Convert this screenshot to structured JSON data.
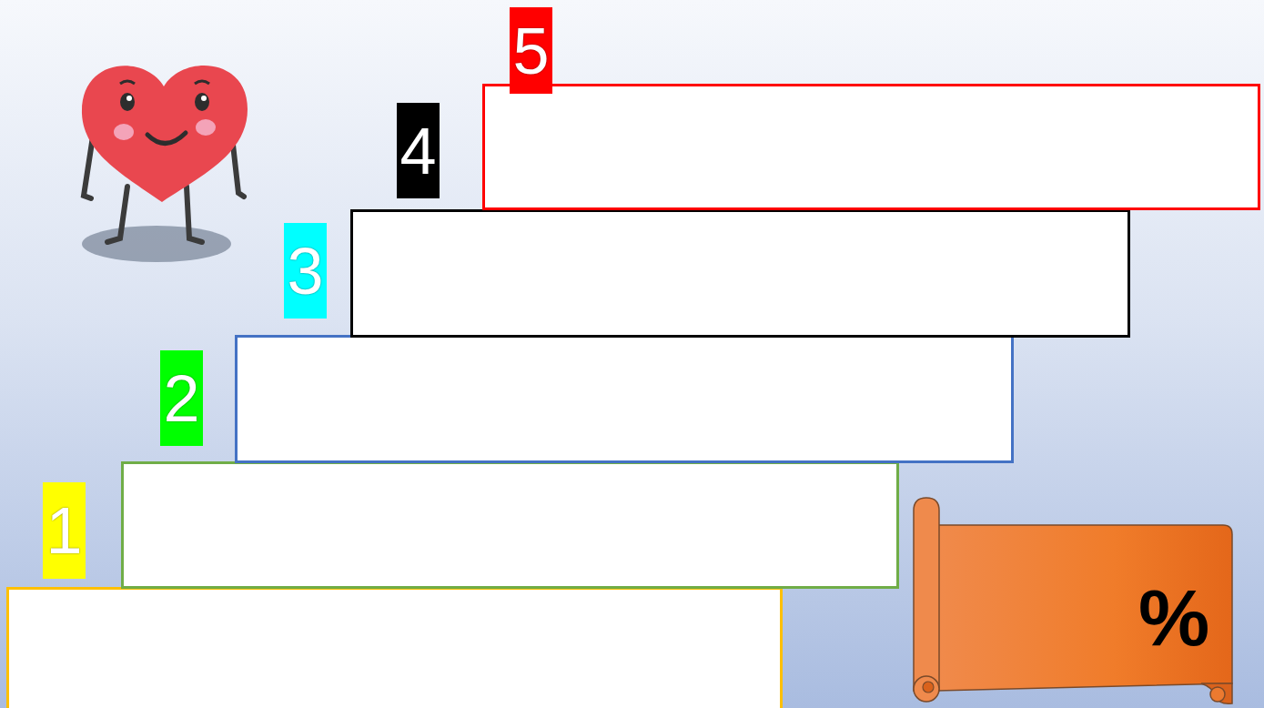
{
  "diagram": {
    "nodes": [
      {
        "text": [
          "1"
        ]
      },
      {
        "text": [
          "2"
        ]
      },
      {
        "text": [
          "3"
        ]
      },
      {
        "text": [
          "4"
        ]
      },
      {
        "text": [
          "5"
        ]
      },
      {
        "text": [
          "%"
        ]
      }
    ]
  }
}
